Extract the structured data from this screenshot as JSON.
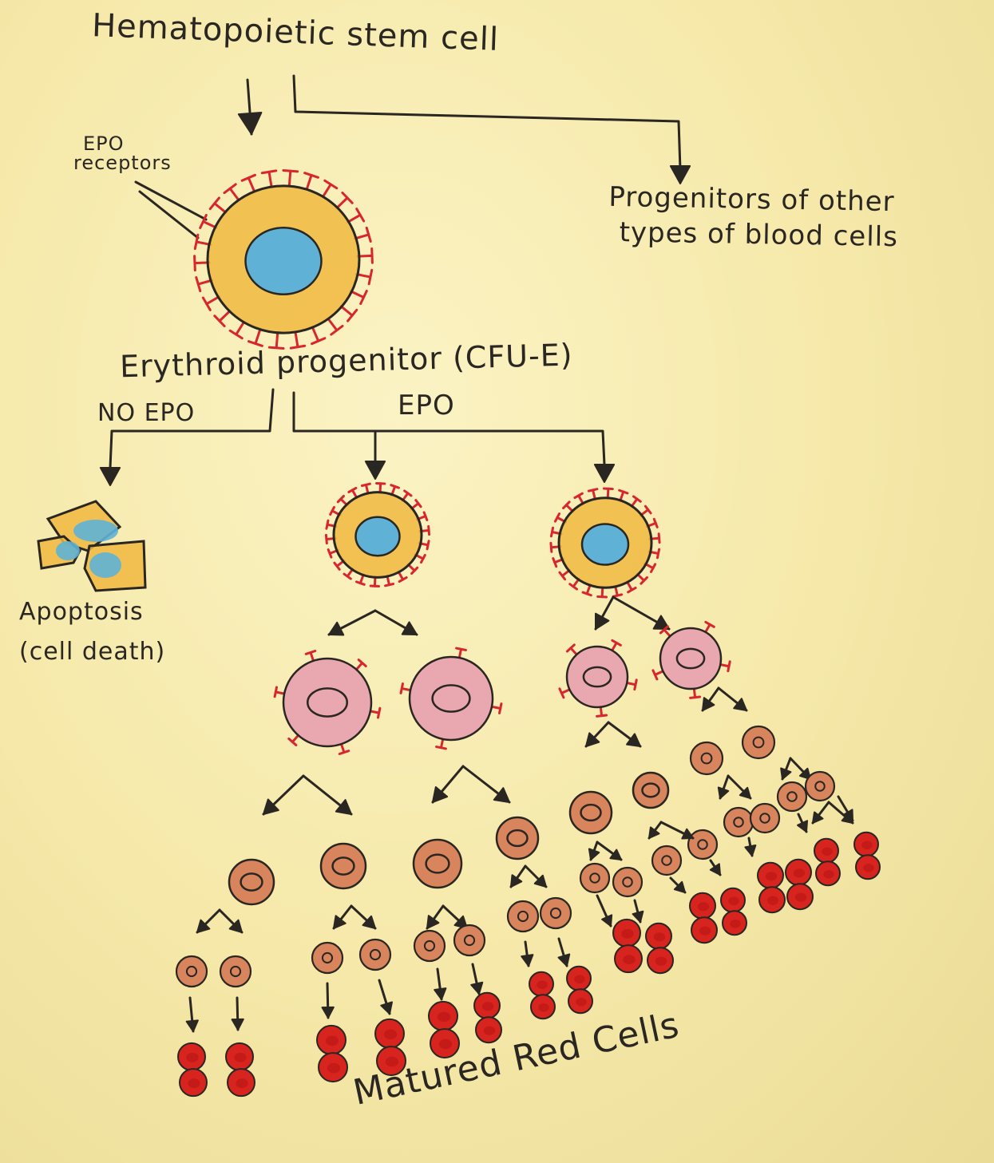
{
  "labels": {
    "stem_cell": "Hematopoietic stem cell",
    "epo_receptors_line1": "EPO",
    "epo_receptors_line2": "receptors",
    "other_progenitors_line1": "Progenitors of other",
    "other_progenitors_line2": "types of blood cells",
    "erythroid_progenitor": "Erythroid progenitor (CFU-E)",
    "no_epo": "NO EPO",
    "epo": "EPO",
    "apoptosis_line1": "Apoptosis",
    "apoptosis_line2": "(cell death)",
    "matured_red_cells": "Matured Red Cells"
  },
  "colors": {
    "paper": "#f6eab0",
    "ink": "#2a2622",
    "cytoplasm_progenitor": "#f0b940",
    "nucleus": "#5fb2d6",
    "receptor": "#d8262e",
    "erythroblast": "#e9a8b0",
    "normoblast": "#d8855e",
    "red_cell": "#d8241e"
  }
}
